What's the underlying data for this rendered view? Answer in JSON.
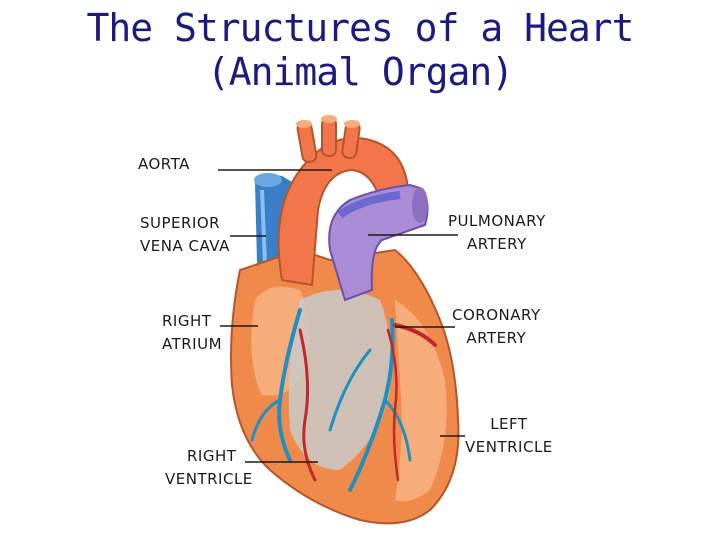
{
  "title": {
    "line1": "The Structures of a Heart",
    "line2": "(Animal Organ)"
  },
  "labels": {
    "aorta": [
      "AORTA"
    ],
    "superior_vena_cava": [
      "SUPERIOR",
      "VENA CAVA"
    ],
    "right_atrium": [
      "RIGHT",
      "ATRIUM"
    ],
    "right_ventricle": [
      "RIGHT",
      "VENTRICLE"
    ],
    "pulmonary_artery": [
      "PULMONARY",
      "ARTERY"
    ],
    "coronary_artery": [
      "CORONARY",
      "ARTERY"
    ],
    "left_ventricle": [
      "LEFT",
      "VENTRICLE"
    ]
  },
  "colors": {
    "title": "#1a1a80",
    "heart_muscle": "#f08a4b",
    "heart_muscle_light": "#f6ad7a",
    "aorta": "#f2764a",
    "pulmonary_artery": "#a98bd6",
    "vena_cava": "#3a7ec8",
    "vessel_blue": "#1f8fbf",
    "vessel_red": "#c0282a",
    "atrium_gray": "#bdbdbd"
  }
}
